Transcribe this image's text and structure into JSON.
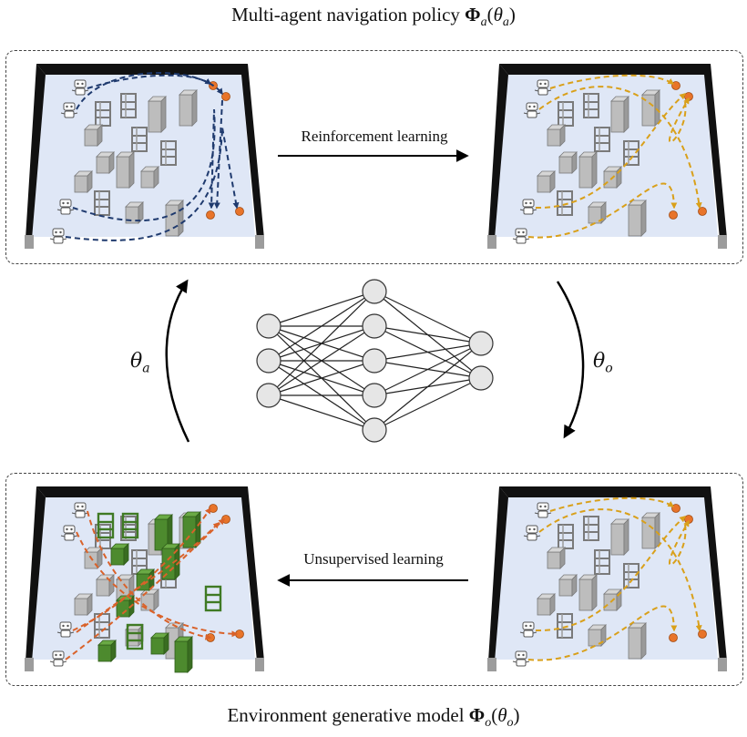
{
  "titles": {
    "top_text": "Multi-agent navigation policy ",
    "top_symbol": "Φ",
    "top_sub": "a",
    "top_arg": "θ",
    "top_arg_sub": "a",
    "bottom_text": "Environment generative model ",
    "bottom_symbol": "Φ",
    "bottom_sub": "o",
    "bottom_arg": "θ",
    "bottom_arg_sub": "o"
  },
  "arrows": {
    "top_label": "Reinforcement learning",
    "bottom_label": "Unsupervised learning"
  },
  "cycle": {
    "left_symbol": "θ",
    "left_sub": "a",
    "right_symbol": "θ",
    "right_sub": "o"
  },
  "network": {
    "layers": [
      3,
      5,
      2
    ]
  },
  "colors": {
    "floor": "#dfe7f6",
    "wall": "#111111",
    "obstacle_gray": "#b9b9b9",
    "obstacle_green": "#4d8a2e",
    "goal": "#e8742a",
    "path_blue": "#1f3a6e",
    "path_gold": "#d9a01a",
    "path_orange": "#d9622a",
    "node_fill": "#e6e6e6"
  }
}
